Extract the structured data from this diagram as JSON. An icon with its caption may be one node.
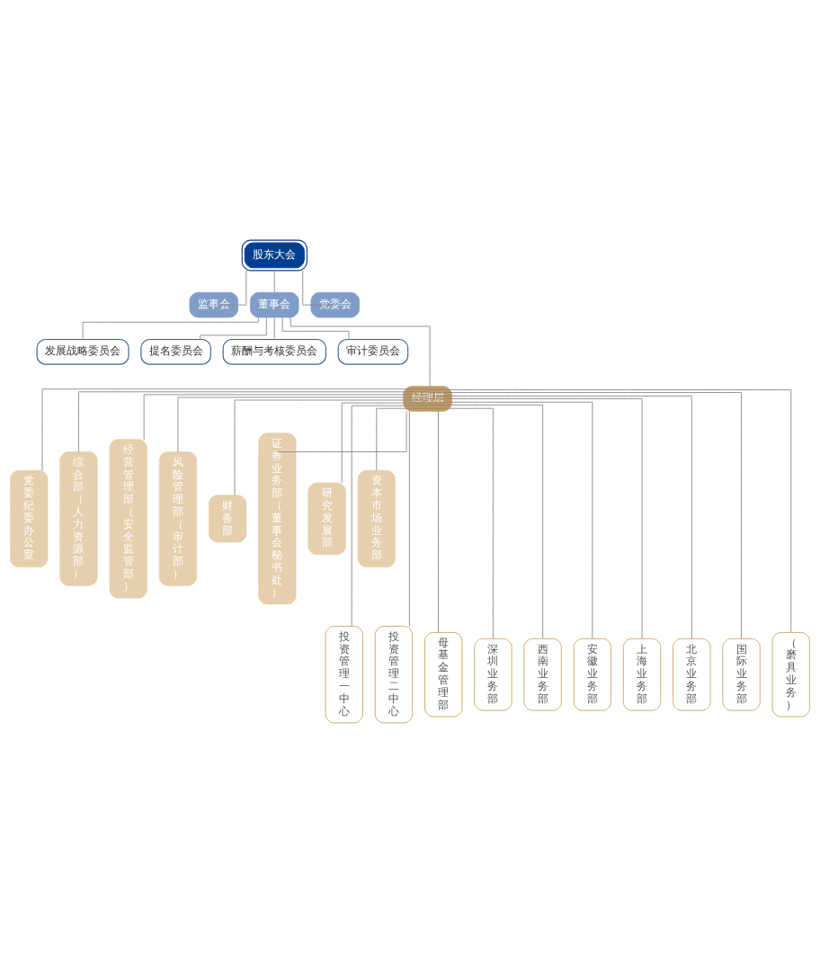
{
  "diagram": {
    "nodes": [
      {
        "text": [
          "股东大会"
        ]
      },
      {
        "text": [
          "监事会"
        ]
      },
      {
        "text": [
          "董事会"
        ]
      },
      {
        "text": [
          "党委会"
        ]
      },
      {
        "text": [
          "发展战略委员会"
        ]
      },
      {
        "text": [
          "提名委员会"
        ]
      },
      {
        "text": [
          "薪酬与考核委员会"
        ]
      },
      {
        "text": [
          "审计委员会"
        ]
      },
      {
        "text": [
          "经理层"
        ]
      },
      {
        "text": [
          "党委纪委办公室"
        ]
      },
      {
        "text": [
          "综合部（人力资源部）"
        ]
      },
      {
        "text": [
          "经营管理部（安全监管部）"
        ]
      },
      {
        "text": [
          "风险管理部（审计部）"
        ]
      },
      {
        "text": [
          "财务部"
        ]
      },
      {
        "text": [
          "证券业务部（董事会秘书处）"
        ]
      },
      {
        "text": [
          "研究发展部"
        ]
      },
      {
        "text": [
          "资本市场业务部"
        ]
      },
      {
        "text": [
          "投资管理一中心"
        ]
      },
      {
        "text": [
          "投资管理二中心"
        ]
      },
      {
        "text": [
          "母基金管理部"
        ]
      },
      {
        "text": [
          "深圳业务部"
        ]
      },
      {
        "text": [
          "西南业务部"
        ]
      },
      {
        "text": [
          "安徽业务部"
        ]
      },
      {
        "text": [
          "上海业务部"
        ]
      },
      {
        "text": [
          "北京业务部"
        ]
      },
      {
        "text": [
          "国际业务部"
        ]
      },
      {
        "text": [
          "（磨具业务）"
        ]
      }
    ],
    "edges": [
      {
        "from": 0,
        "to": 1,
        "arrow": "none"
      },
      {
        "from": 0,
        "to": 2,
        "arrow": "none"
      },
      {
        "from": 0,
        "to": 3,
        "arrow": "none"
      },
      {
        "from": 2,
        "to": 4,
        "arrow": "none"
      },
      {
        "from": 2,
        "to": 5,
        "arrow": "none"
      },
      {
        "from": 2,
        "to": 6,
        "arrow": "none"
      },
      {
        "from": 2,
        "to": 7,
        "arrow": "none"
      },
      {
        "from": 2,
        "to": 8,
        "arrow": "none"
      },
      {
        "from": 8,
        "to": 9,
        "arrow": "none"
      },
      {
        "from": 8,
        "to": 10,
        "arrow": "none"
      },
      {
        "from": 8,
        "to": 11,
        "arrow": "none"
      },
      {
        "from": 8,
        "to": 12,
        "arrow": "none"
      },
      {
        "from": 8,
        "to": 13,
        "arrow": "none"
      },
      {
        "from": 8,
        "to": 14,
        "arrow": "none"
      },
      {
        "from": 8,
        "to": 15,
        "arrow": "none"
      },
      {
        "from": 8,
        "to": 16,
        "arrow": "none"
      },
      {
        "from": 8,
        "to": 17,
        "arrow": "none"
      },
      {
        "from": 8,
        "to": 18,
        "arrow": "none"
      },
      {
        "from": 8,
        "to": 19,
        "arrow": "none"
      },
      {
        "from": 8,
        "to": 20,
        "arrow": "none"
      },
      {
        "from": 8,
        "to": 21,
        "arrow": "none"
      },
      {
        "from": 8,
        "to": 22,
        "arrow": "none"
      },
      {
        "from": 8,
        "to": 23,
        "arrow": "none"
      },
      {
        "from": 8,
        "to": 24,
        "arrow": "none"
      },
      {
        "from": 8,
        "to": 25,
        "arrow": "none"
      },
      {
        "from": 8,
        "to": 26,
        "arrow": "none"
      }
    ]
  }
}
